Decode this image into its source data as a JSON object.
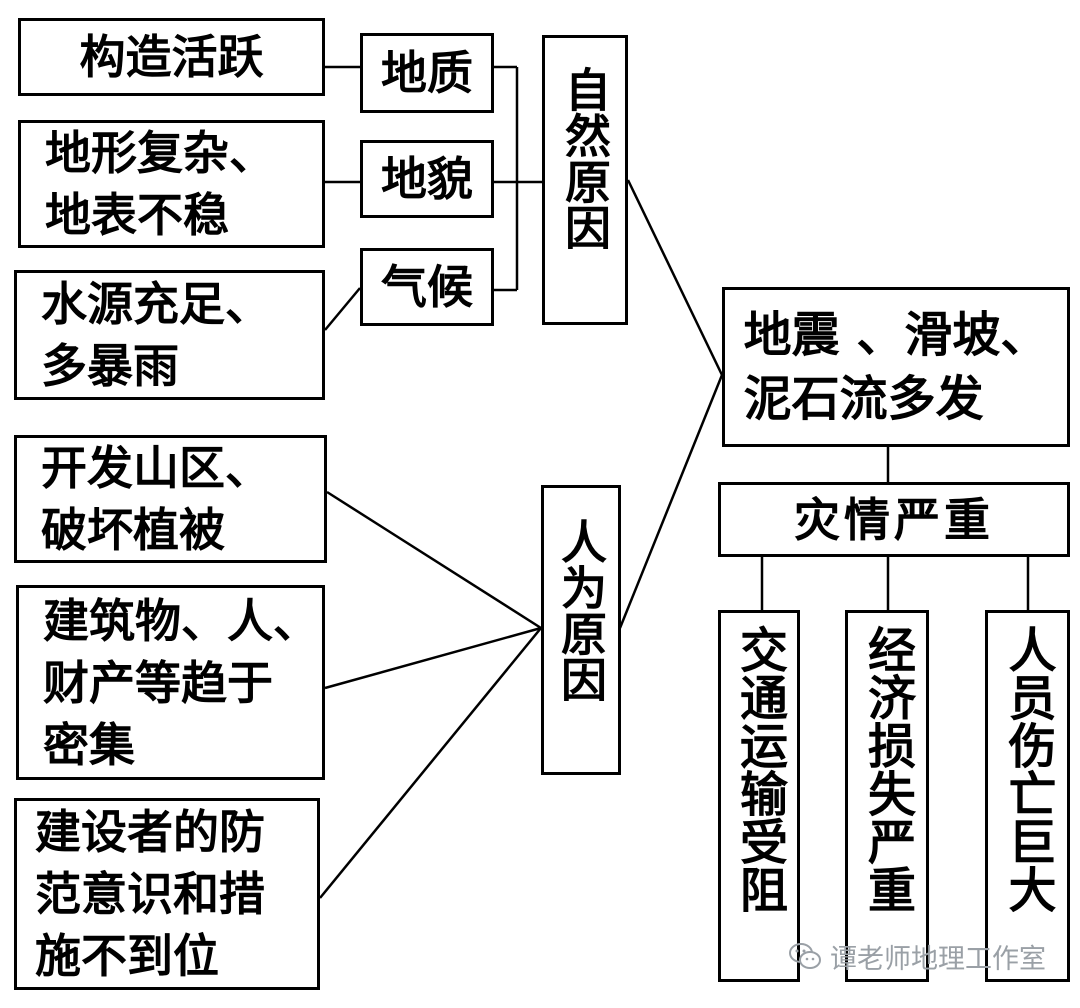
{
  "causes": {
    "natural": {
      "label": "自然原因",
      "factors": [
        {
          "name": "地质",
          "detail": "构造活跃"
        },
        {
          "name": "地貌",
          "detail": "地形复杂、\n地表不稳"
        },
        {
          "name": "气候",
          "detail": "水源充足、\n多暴雨"
        }
      ]
    },
    "human": {
      "label": "人为原因",
      "factors": [
        "开发山区、\n破坏植被",
        "建筑物、人、\n财产等趋于\n密集",
        "建设者的防\n范意识和措\n施不到位"
      ]
    }
  },
  "result": {
    "disasters": "地震 、滑坡、\n泥石流多发",
    "severity": "灾情严重",
    "impacts": [
      "交通运输受阻",
      "经济损失严重",
      "人员伤亡巨大"
    ]
  },
  "watermark": {
    "text": "谭老师地理工作室",
    "icon": "wechat-icon",
    "color": "#9aa0a6"
  }
}
